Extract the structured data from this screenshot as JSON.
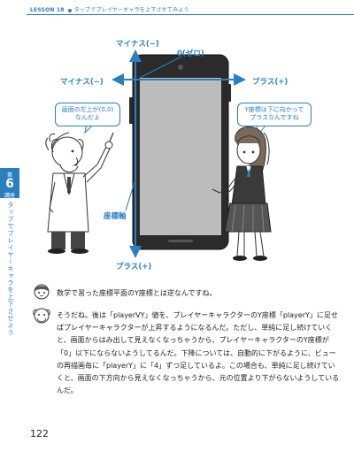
{
  "header": {
    "lesson": "LESSON 18",
    "title": "タップでプレイヤーキャラを上下させてみよう"
  },
  "side": {
    "chapter_label": "第",
    "chapter_num": "6",
    "lecture_label": "講座",
    "vertical_title": "タップでプレイヤーキャラを上下させよう"
  },
  "diagram": {
    "top_label": "マイナス(−)",
    "origin_label": "0(ゼロ)",
    "left_label": "マイナス(−)",
    "right_label": "プラス(+)",
    "bottom_label": "プラス(+)",
    "axis_label": "座標軸",
    "callout_left": [
      "画面の左上が(0,0)",
      "なんだよ"
    ],
    "callout_right": [
      "Y座標は下に向かって",
      "プラスなんですね"
    ]
  },
  "text": {
    "question": "数学で習った座標平面のY座標とは逆なんですね。",
    "answer": "そうだね。後は「playerVY」値を、プレイヤーキャラクターのY座標「playerY」に足せばプレイヤーキャラクターが上昇するようになるんだ。ただし、単純に足し続けていくと、画面からはみ出して見えなくなっちゃうから、プレイヤーキャラクターのY座標が「0」以下にならないようしてるんだ。下降については、自動的に下がるように、ビューの再描画毎に「playerY」に「4」ずつ足しているよ。この場合も、単純に足し続けていくと、画面の下方向から見えなくなっちゃうから、元の位置より下がらないようしているんだ。"
  },
  "page_number": "122",
  "colors": {
    "accent": "#2a7fc0",
    "phone": "#2b2b2b",
    "screen": "#bcbcbc"
  }
}
